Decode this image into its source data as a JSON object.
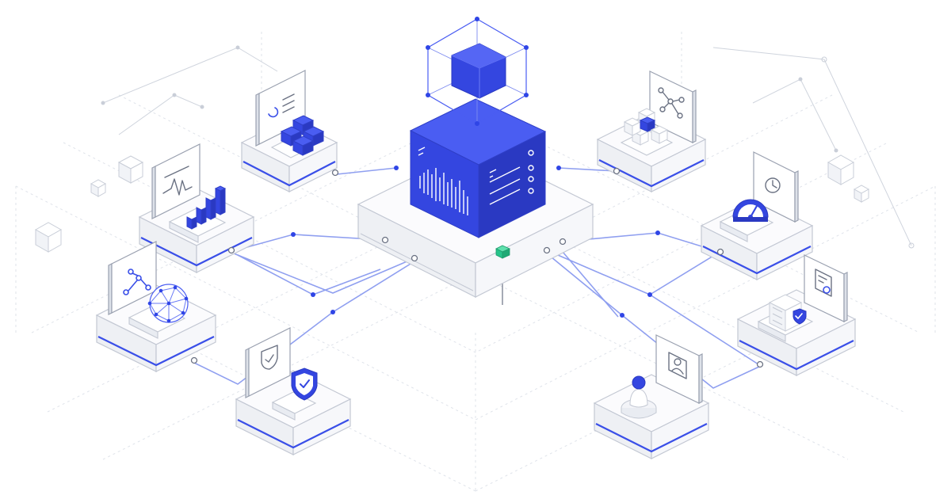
{
  "scene": {
    "colors": {
      "accent": "#3a4fe8",
      "accent_dark": "#2a39c2",
      "wire": "#8f9ff0",
      "highlight": "#27c48a",
      "outline": "#c3c8d3"
    },
    "hub": {
      "icon": "analytics-cube-icon",
      "floating_icon": "wireframe-crystal-icon"
    },
    "modules": [
      {
        "id": "contacts-database",
        "icon": "contact-list-icon",
        "object": "block-stack-icon"
      },
      {
        "id": "analytics",
        "icon": "signal-chart-icon",
        "object": "bar-steps-icon"
      },
      {
        "id": "network",
        "icon": "node-graph-icon",
        "object": "wireframe-sphere-icon"
      },
      {
        "id": "security",
        "icon": "shield-icon",
        "object": "shield-check-icon"
      },
      {
        "id": "integration",
        "icon": "node-graph-icon",
        "object": "block-stack-icon"
      },
      {
        "id": "performance",
        "icon": "clock-icon",
        "object": "gauge-icon"
      },
      {
        "id": "compliance",
        "icon": "clipboard-check-icon",
        "object": "verified-box-icon"
      },
      {
        "id": "identity",
        "icon": "user-card-icon",
        "object": "user-pawn-icon"
      }
    ]
  }
}
